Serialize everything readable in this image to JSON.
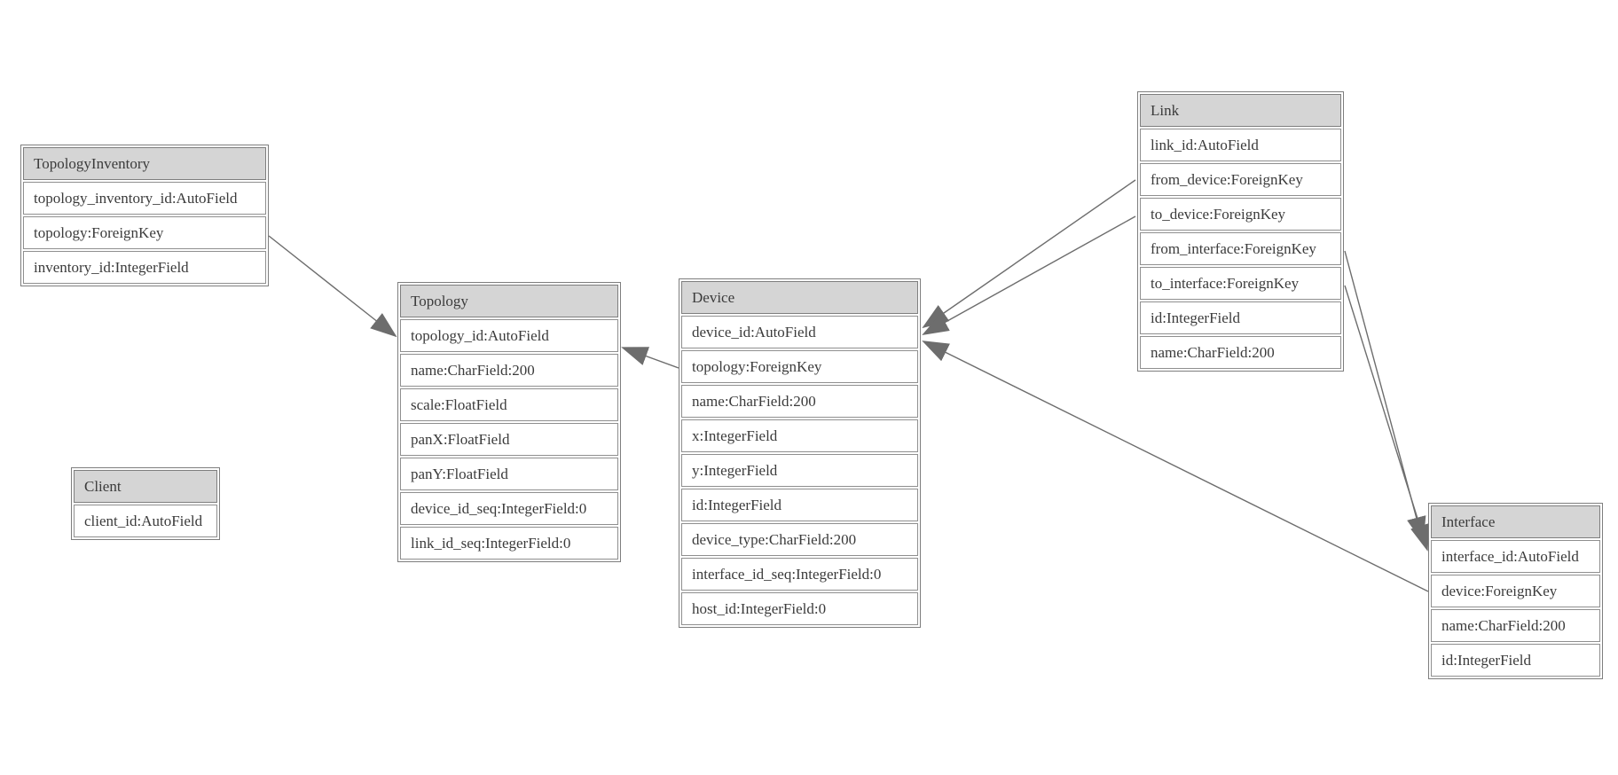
{
  "colors": {
    "background": "#ffffff",
    "header_fill": "#d5d5d5",
    "table_border": "#7e7e7e",
    "row_border": "#8f8f8f",
    "text": "#3b3b3b",
    "relation_line": "#6d6d6d",
    "arrowhead_fill": "#6d6d6d"
  },
  "entities": {
    "topology_inventory": {
      "name": "TopologyInventory",
      "fields": [
        "topology_inventory_id:AutoField",
        "topology:ForeignKey",
        "inventory_id:IntegerField"
      ]
    },
    "topology": {
      "name": "Topology",
      "fields": [
        "topology_id:AutoField",
        "name:CharField:200",
        "scale:FloatField",
        "panX:FloatField",
        "panY:FloatField",
        "device_id_seq:IntegerField:0",
        "link_id_seq:IntegerField:0"
      ]
    },
    "client": {
      "name": "Client",
      "fields": [
        "client_id:AutoField"
      ]
    },
    "device": {
      "name": "Device",
      "fields": [
        "device_id:AutoField",
        "topology:ForeignKey",
        "name:CharField:200",
        "x:IntegerField",
        "y:IntegerField",
        "id:IntegerField",
        "device_type:CharField:200",
        "interface_id_seq:IntegerField:0",
        "host_id:IntegerField:0"
      ]
    },
    "link": {
      "name": "Link",
      "fields": [
        "link_id:AutoField",
        "from_device:ForeignKey",
        "to_device:ForeignKey",
        "from_interface:ForeignKey",
        "to_interface:ForeignKey",
        "id:IntegerField",
        "name:CharField:200"
      ]
    },
    "interface": {
      "name": "Interface",
      "fields": [
        "interface_id:AutoField",
        "device:ForeignKey",
        "name:CharField:200",
        "id:IntegerField"
      ]
    }
  },
  "relationships": [
    {
      "from": "TopologyInventory.topology",
      "to": "Topology"
    },
    {
      "from": "Device.topology",
      "to": "Topology"
    },
    {
      "from": "Link.from_device",
      "to": "Device"
    },
    {
      "from": "Link.to_device",
      "to": "Device"
    },
    {
      "from": "Interface.device",
      "to": "Device"
    },
    {
      "from": "Link.from_interface",
      "to": "Interface"
    },
    {
      "from": "Link.to_interface",
      "to": "Interface"
    }
  ]
}
